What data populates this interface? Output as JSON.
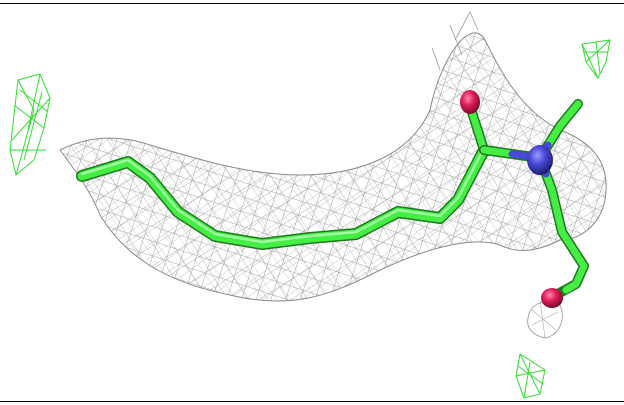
{
  "scene": {
    "description_visible_text": "",
    "colors": {
      "background": "#ffffff",
      "mesh_gray": "#8a8a8a",
      "mesh_green": "#33dd33",
      "carbon": "#44ee44",
      "nitrogen": "#4a4ad8",
      "oxygen": "#e0205a",
      "frame": "#000000"
    },
    "structure": {
      "density_mesh": "electron-density-mesh",
      "ligand": "stick-model",
      "atoms": [
        "carbon",
        "nitrogen",
        "oxygen"
      ]
    }
  }
}
